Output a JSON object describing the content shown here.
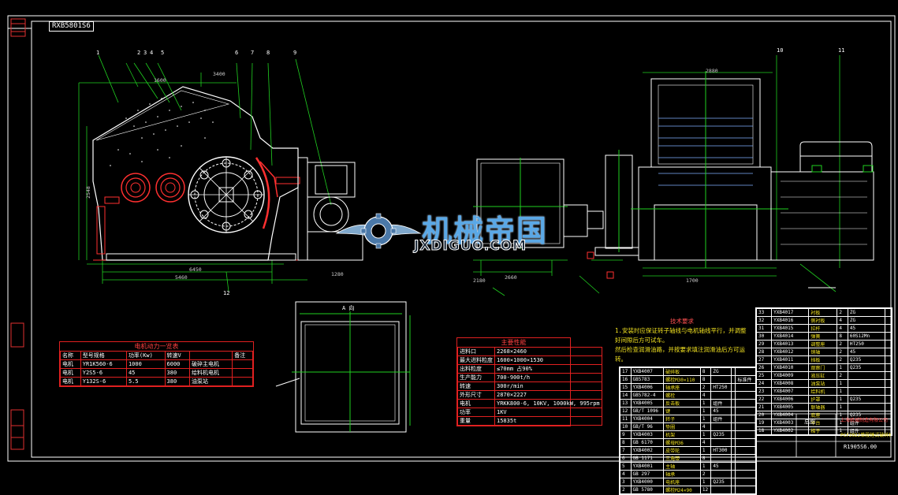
{
  "drawing_code_tag": "RXB5801S6",
  "drawing_number": "R1905S6.00",
  "motor_table": {
    "title": "电机动力一览表",
    "headers": [
      "名称",
      "型号规格",
      "功率(Kw)",
      "转速V",
      "",
      "备注"
    ],
    "rows": [
      [
        "电机",
        "YR1K560-6",
        "1000",
        "6000",
        "破碎主电机",
        ""
      ],
      [
        "电机",
        "Y2S5-6",
        "45",
        "380",
        "给料机电机",
        ""
      ],
      [
        "电机",
        "Y132S-6",
        "5.5",
        "380",
        "油泵站",
        ""
      ]
    ]
  },
  "params_table": {
    "title": "主要性能",
    "rows": [
      [
        "进料口",
        "2268×2460"
      ],
      [
        "最大进料粒度",
        "1600×1000×1530"
      ],
      [
        "出料粒度",
        "≤70mm 占90%"
      ],
      [
        "生产能力",
        "700-900t/h"
      ],
      [
        "转速",
        "300r/min"
      ],
      [
        "外形尺寸",
        "2870×2227"
      ],
      [
        "电机",
        "YRKK800-6, 10KV, 1000kW, 995rpm"
      ],
      [
        "功率",
        "1KV"
      ],
      [
        "重量",
        "15835t"
      ]
    ]
  },
  "tech_notes": {
    "title": "技术要求",
    "lines": [
      "1.安装时应保证转子轴线与电机轴线平行，并调整好间隙后方可试车。",
      "然后检查润滑油路，并按要求填注润滑油后方可运转。"
    ]
  },
  "section_label": "A 向",
  "callouts": [
    "1",
    "2",
    "3",
    "4",
    "5",
    "6",
    "7",
    "8",
    "9",
    "10",
    "11",
    "12"
  ],
  "dims": [
    "1600",
    "2548",
    "5460",
    "3400",
    "2660",
    "6450",
    "1280",
    "2880",
    "1700",
    "2180"
  ],
  "watermark": {
    "cn": "机械帝国",
    "en": "JXDIGUO.COM"
  },
  "parts_list_left": [
    [
      "17",
      "YXB4007",
      "破碎板",
      "8",
      "ZG",
      "",
      ""
    ],
    [
      "16",
      "GB5783",
      "螺栓M30×110",
      "8",
      "",
      "",
      "标准件"
    ],
    [
      "15",
      "YXB4006",
      "轴承座",
      "2",
      "HT250",
      "",
      ""
    ],
    [
      "14",
      "GB5782-4",
      "螺栓",
      "4",
      "",
      "",
      ""
    ],
    [
      "13",
      "YXB4005",
      "反击板",
      "1",
      "组件",
      "",
      ""
    ],
    [
      "12",
      "GB/T 1096",
      "键",
      "1",
      "45",
      "",
      ""
    ],
    [
      "11",
      "YXB4004",
      "转子",
      "1",
      "组件",
      "",
      ""
    ],
    [
      "10",
      "GB/T 96",
      "垫圈",
      "4",
      "",
      "",
      ""
    ],
    [
      "9",
      "YXB4003",
      "机架",
      "1",
      "Q235",
      "",
      ""
    ],
    [
      "8",
      "GB 6170",
      "螺母M36",
      "4",
      "",
      "",
      ""
    ],
    [
      "7",
      "YXB4002",
      "皮带轮",
      "1",
      "HT300",
      "",
      ""
    ],
    [
      "6",
      "GB 1171",
      "三角带",
      "8",
      "",
      "",
      ""
    ],
    [
      "5",
      "YXB4001",
      "主轴",
      "1",
      "45",
      "",
      ""
    ],
    [
      "4",
      "GB 297",
      "轴承",
      "2",
      "",
      "",
      ""
    ],
    [
      "3",
      "YXB4000",
      "电机座",
      "1",
      "Q235",
      "",
      ""
    ],
    [
      "2",
      "GB 5780",
      "螺栓M24×90",
      "12",
      "",
      "",
      ""
    ]
  ],
  "parts_list_right": [
    [
      "33",
      "YXB4017",
      "衬板",
      "2",
      "ZG",
      ""
    ],
    [
      "32",
      "YXB4016",
      "侧衬板",
      "4",
      "ZG",
      ""
    ],
    [
      "31",
      "YXB4015",
      "拉杆",
      "4",
      "45",
      ""
    ],
    [
      "30",
      "YXB4014",
      "弹簧",
      "8",
      "60Si2Mn",
      ""
    ],
    [
      "29",
      "YXB4013",
      "调整座",
      "2",
      "HT250",
      ""
    ],
    [
      "28",
      "YXB4012",
      "销轴",
      "2",
      "45",
      ""
    ],
    [
      "27",
      "YXB4011",
      "挡板",
      "2",
      "Q235",
      ""
    ],
    [
      "26",
      "YXB4010",
      "观察门",
      "1",
      "Q235",
      ""
    ],
    [
      "25",
      "YXB4009",
      "液压缸",
      "2",
      "",
      ""
    ],
    [
      "24",
      "YXB4008",
      "油泵站",
      "1",
      "",
      ""
    ],
    [
      "23",
      "YXB4007",
      "给料机",
      "1",
      "",
      ""
    ],
    [
      "22",
      "YXB4006",
      "护罩",
      "1",
      "Q235",
      ""
    ],
    [
      "21",
      "YXB4005",
      "联轴器",
      "1",
      "",
      ""
    ],
    [
      "20",
      "YXB4004",
      "底座",
      "1",
      "Q235",
      ""
    ],
    [
      "19",
      "YXB4003",
      "平台",
      "1",
      "组件",
      ""
    ],
    [
      "18",
      "YXB4002",
      "梯子",
      "1",
      "组件",
      ""
    ]
  ],
  "title_block": {
    "company": "上海机械制造有限公司",
    "drawing_title": "PCF2022单段锤式破碎机",
    "sheet_label": "总图"
  }
}
